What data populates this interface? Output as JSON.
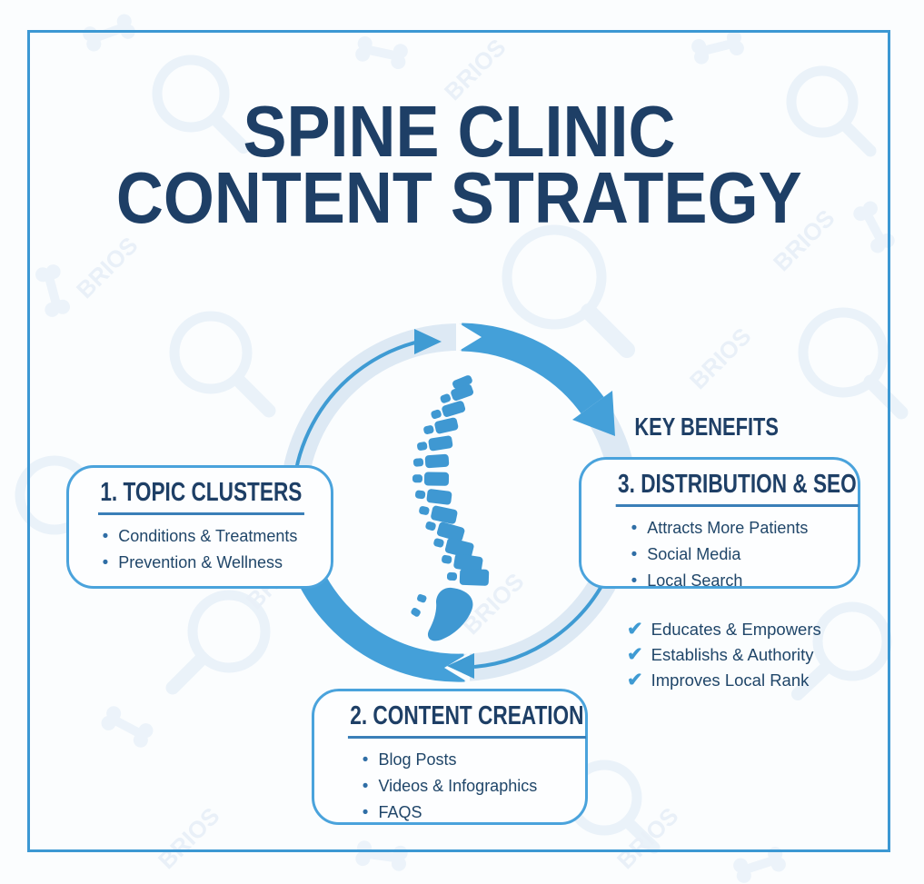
{
  "title": {
    "line1": "SPINE CLINIC",
    "line2": "CONTENT STRATEGY"
  },
  "watermark_text": "BRIOS",
  "colors": {
    "navy_text": "#1e3f66",
    "accent_blue": "#44a0d9",
    "pale_ring_blue": "#dde9f4",
    "frame_border_blue": "#3c98d3",
    "underline_blue": "#3a7fb8",
    "background": "#fbfdfe"
  },
  "ui": {
    "bullet_glyph": "•",
    "check_glyph": "✔"
  },
  "boxes": [
    {
      "heading": "1. TOPIC CLUSTERS",
      "items": [
        "Conditions & Treatments",
        "Prevention & Wellness"
      ]
    },
    {
      "heading": "2. CONTENT CREATION",
      "items": [
        "Blog Posts",
        "Videos & Infographics",
        "FAQS"
      ]
    },
    {
      "heading": "3. DISTRIBUTION & SEO",
      "items": [
        "Attracts More Patients",
        "Social Media",
        "Local Search"
      ]
    }
  ],
  "key_benefits": {
    "heading": "KEY BENEFITS",
    "items": [
      "Educates & Empowers",
      "Establishs & Authority",
      "Improves Local Rank"
    ]
  }
}
